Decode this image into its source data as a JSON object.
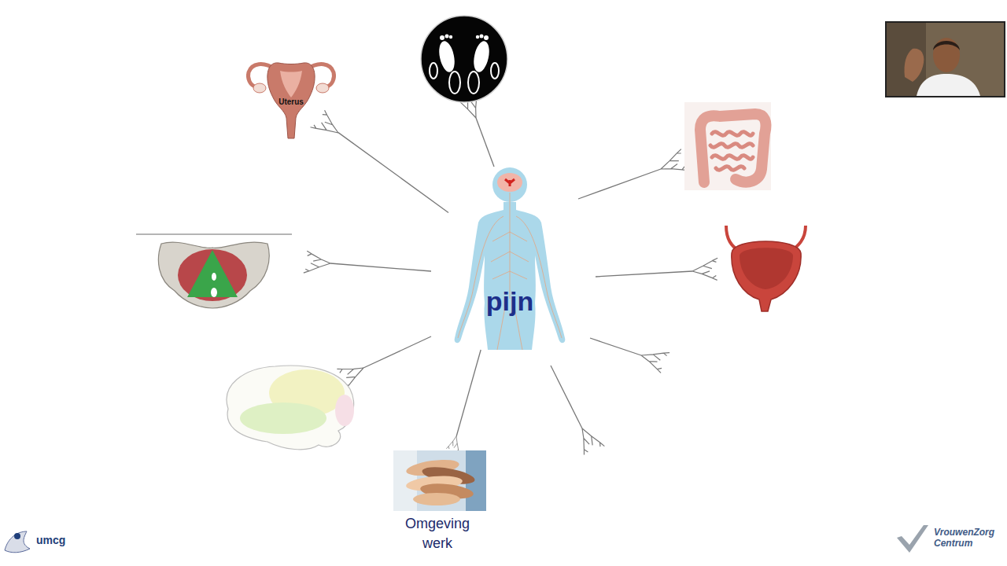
{
  "diagram": {
    "nodes": [
      {
        "text": [
          "Uterus"
        ]
      },
      {
        "text": [
          "pijn"
        ]
      },
      {
        "text": [
          "Omgeving werk"
        ]
      }
    ],
    "edges": [
      {
        "from": 1,
        "to": 0,
        "arrow": "none"
      },
      {
        "from": 1,
        "to": 2,
        "arrow": "none"
      }
    ],
    "labels": [
      "umcg",
      "VrouwenZorg Centrum"
    ]
  }
}
